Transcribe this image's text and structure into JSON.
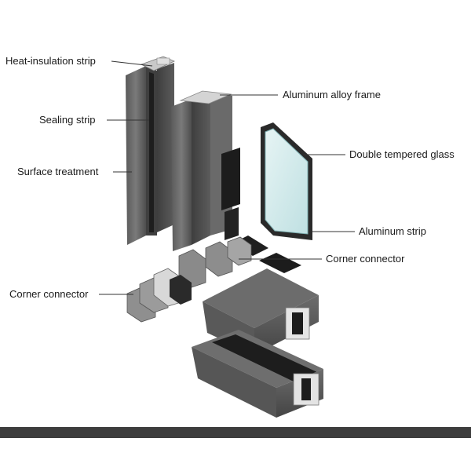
{
  "labels": {
    "heat_insulation_strip": "Heat-insulation strip",
    "sealing_strip": "Sealing strip",
    "surface_treatment": "Surface treatment",
    "corner_connector_left": "Corner connector",
    "aluminum_alloy_frame": "Aluminum alloy frame",
    "double_tempered_glass": "Double tempered glass",
    "aluminum_strip": "Aluminum strip",
    "corner_connector_right": "Corner connector"
  },
  "colors": {
    "profile_dark": "#4a4a4a",
    "profile_mid": "#6b6b6b",
    "profile_light": "#8a8a8a",
    "gasket": "#1c1c1c",
    "glass": "#cfe9ea",
    "bottom_bar": "#3d3d3d"
  }
}
